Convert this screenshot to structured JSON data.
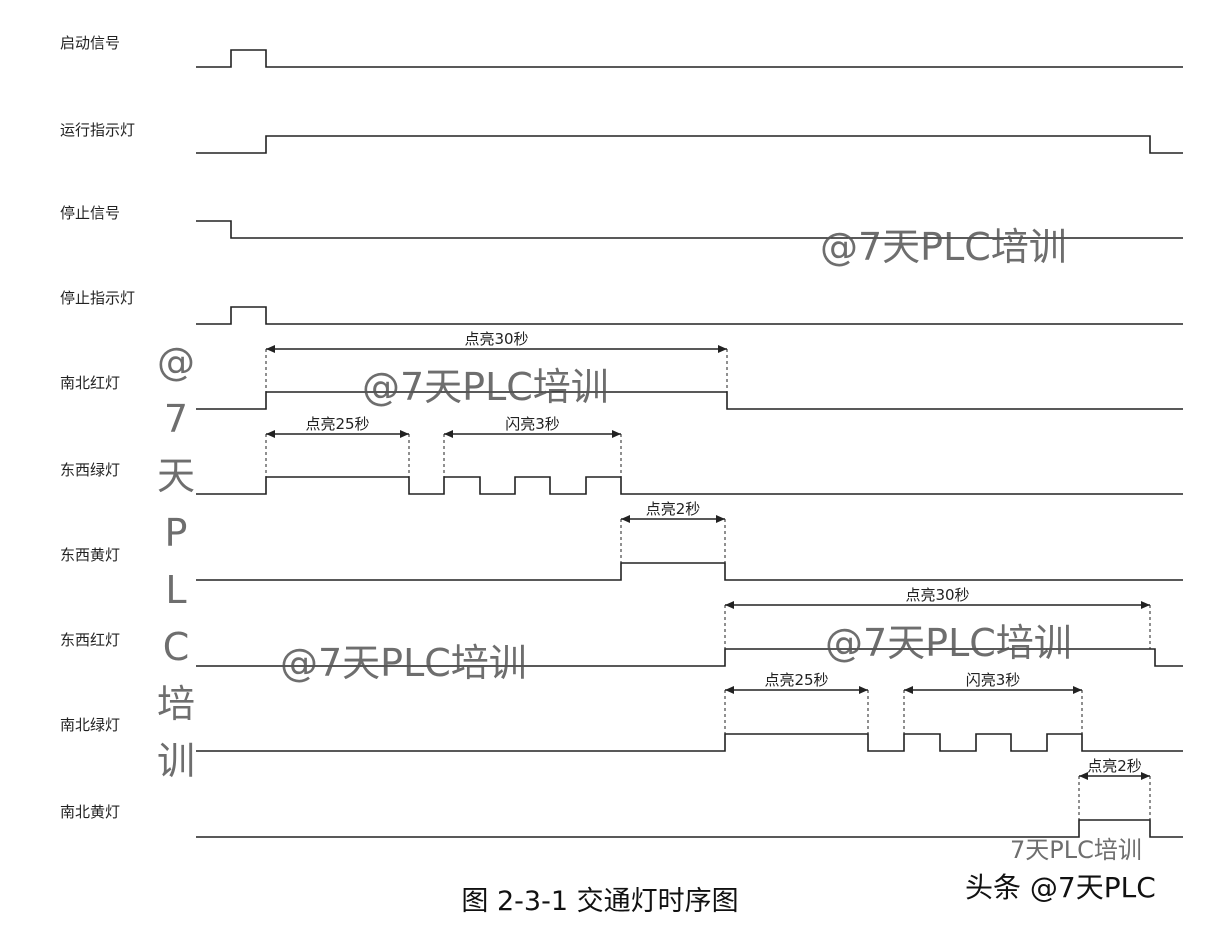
{
  "signals": [
    {
      "name": "启动信号"
    },
    {
      "name": "运行指示灯"
    },
    {
      "name": "停止信号"
    },
    {
      "name": "停止指示灯"
    },
    {
      "name": "南北红灯"
    },
    {
      "name": "东西绿灯"
    },
    {
      "name": "东西黄灯"
    },
    {
      "name": "东西红灯"
    },
    {
      "name": "南北绿灯"
    },
    {
      "name": "南北黄灯"
    }
  ],
  "annotations": [
    {
      "text": "点亮30秒",
      "signal": "南北红灯"
    },
    {
      "text": "点亮25秒",
      "signal": "东西绿灯"
    },
    {
      "text": "闪亮3秒",
      "signal": "东西绿灯"
    },
    {
      "text": "点亮2秒",
      "signal": "东西黄灯"
    },
    {
      "text": "点亮30秒",
      "signal": "东西红灯"
    },
    {
      "text": "点亮25秒",
      "signal": "南北绿灯"
    },
    {
      "text": "闪亮3秒",
      "signal": "南北绿灯"
    },
    {
      "text": "点亮2秒",
      "signal": "南北黄灯"
    }
  ],
  "caption": "图 2-3-1  交通灯时序图",
  "watermarks": {
    "main": "@7天PLC培训",
    "vertical": [
      "@",
      "7",
      "天",
      "P",
      "L",
      "C",
      "培",
      "训"
    ],
    "footer": "头条 @7天PLC",
    "footer_ghost": "7天PLC培训"
  },
  "colors": {
    "line": "#222222",
    "watermark": "#555555"
  }
}
